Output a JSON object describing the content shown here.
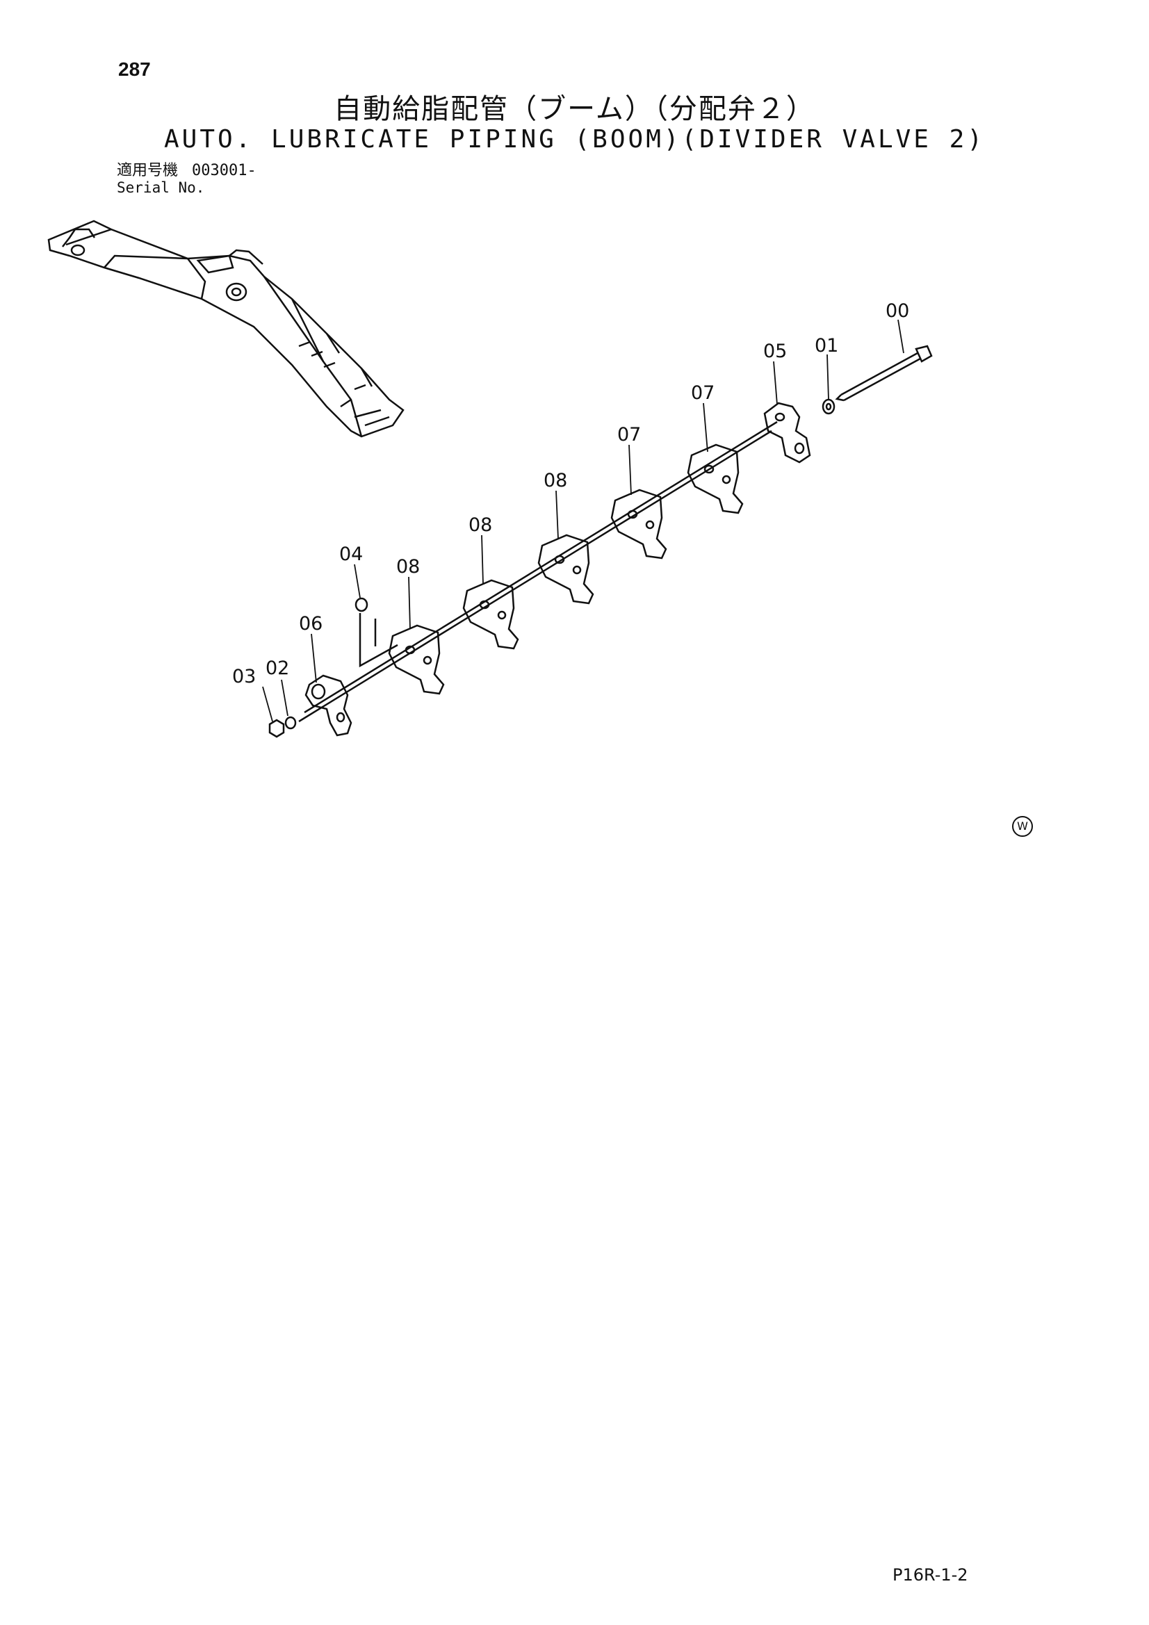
{
  "header": {
    "page_number": "287",
    "title_ja": "自動給脂配管（ブーム）（分配弁２）",
    "title_en": "AUTO. LUBRICATE PIPING (BOOM)(DIVIDER VALVE 2)"
  },
  "serial": {
    "label_ja": "適用号機",
    "label_en": "Serial No.",
    "value": "003001-"
  },
  "callouts": [
    "00",
    "01",
    "05",
    "07",
    "07",
    "08",
    "08",
    "04",
    "08",
    "06",
    "03",
    "02"
  ],
  "watermark_mark": "W",
  "footer": {
    "page_code": "P16R-1-2"
  }
}
